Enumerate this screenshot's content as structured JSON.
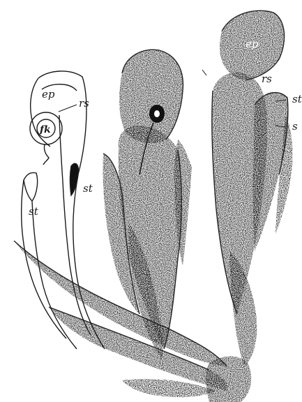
{
  "figure": {
    "labels": {
      "ep_left": "ep",
      "rs_left": "rs",
      "fk": "fk",
      "st_right": "st",
      "st_left": "st",
      "ep_right": "ep",
      "rs_right": "rs",
      "st_edge": "st",
      "s_edge": "s"
    }
  },
  "colors": {
    "ink": "#1a1a1a",
    "background": "#ffffff",
    "stipple_fill": "#b9b9b9"
  }
}
